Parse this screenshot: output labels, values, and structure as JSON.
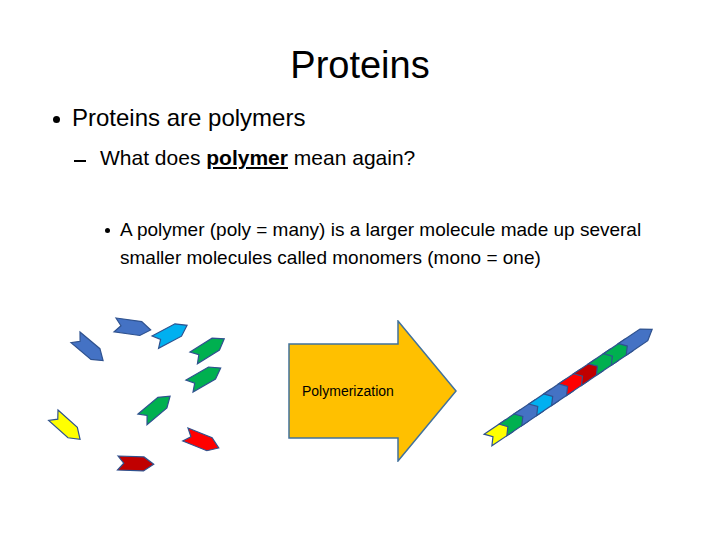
{
  "diagram": {
    "title": "Proteins",
    "nodes": [
      {
        "text": [
          "Polymerization"
        ]
      }
    ],
    "labels": [
      "Proteins are polymers",
      "What does",
      "polymer",
      "mean again?",
      "A polymer (poly = many) is a larger molecule made up several smaller molecules called monomers (mono = one)"
    ]
  }
}
